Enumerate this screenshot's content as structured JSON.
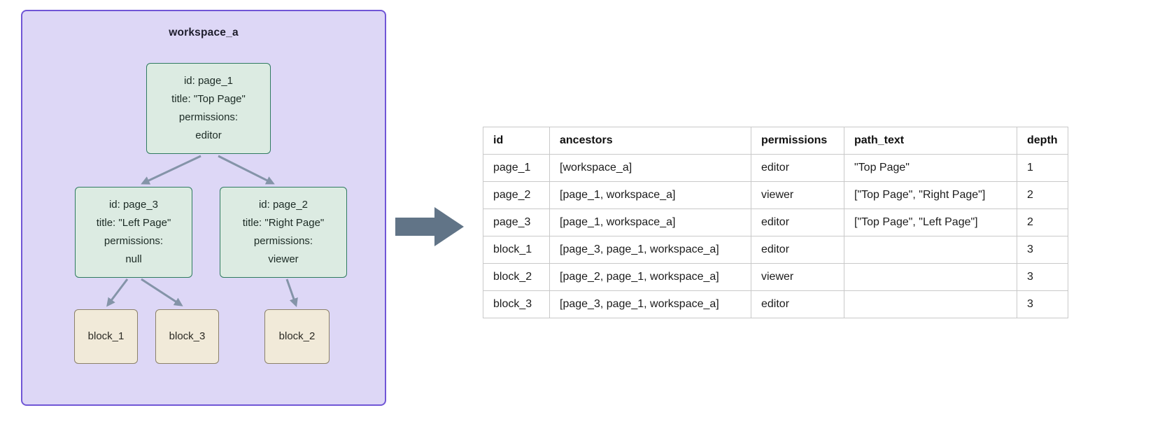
{
  "diagram": {
    "workspace_label": "workspace_a",
    "nodes": {
      "page_1": {
        "lines": [
          "id: page_1",
          "title: \"Top Page\"",
          "permissions:",
          "editor"
        ]
      },
      "page_3": {
        "lines": [
          "id: page_3",
          "title: \"Left Page\"",
          "permissions:",
          "null"
        ]
      },
      "page_2": {
        "lines": [
          "id: page_2",
          "title: \"Right Page\"",
          "permissions:",
          "viewer"
        ]
      },
      "block_1": {
        "label": "block_1"
      },
      "block_3": {
        "label": "block_3"
      },
      "block_2": {
        "label": "block_2"
      }
    },
    "colors": {
      "workspace_fill": "#ddd7f6",
      "workspace_border": "#7056d6",
      "page_fill": "#dcebe2",
      "page_border": "#2f7a60",
      "block_fill": "#f1ead9",
      "block_border": "#8b8168",
      "edge": "#8494a8",
      "flow_arrow": "#617487"
    }
  },
  "table": {
    "columns": [
      "id",
      "ancestors",
      "permissions",
      "path_text",
      "depth"
    ],
    "rows": [
      [
        "page_1",
        "[workspace_a]",
        "editor",
        "\"Top Page\"",
        "1"
      ],
      [
        "page_2",
        "[page_1, workspace_a]",
        "viewer",
        "[\"Top Page\", \"Right Page\"]",
        "2"
      ],
      [
        "page_3",
        "[page_1, workspace_a]",
        "editor",
        "[\"Top Page\", \"Left Page\"]",
        "2"
      ],
      [
        "block_1",
        "[page_3, page_1, workspace_a]",
        "editor",
        "",
        "3"
      ],
      [
        "block_2",
        "[page_2, page_1, workspace_a]",
        "viewer",
        "",
        "3"
      ],
      [
        "block_3",
        "[page_3, page_1, workspace_a]",
        "editor",
        "",
        "3"
      ]
    ]
  }
}
